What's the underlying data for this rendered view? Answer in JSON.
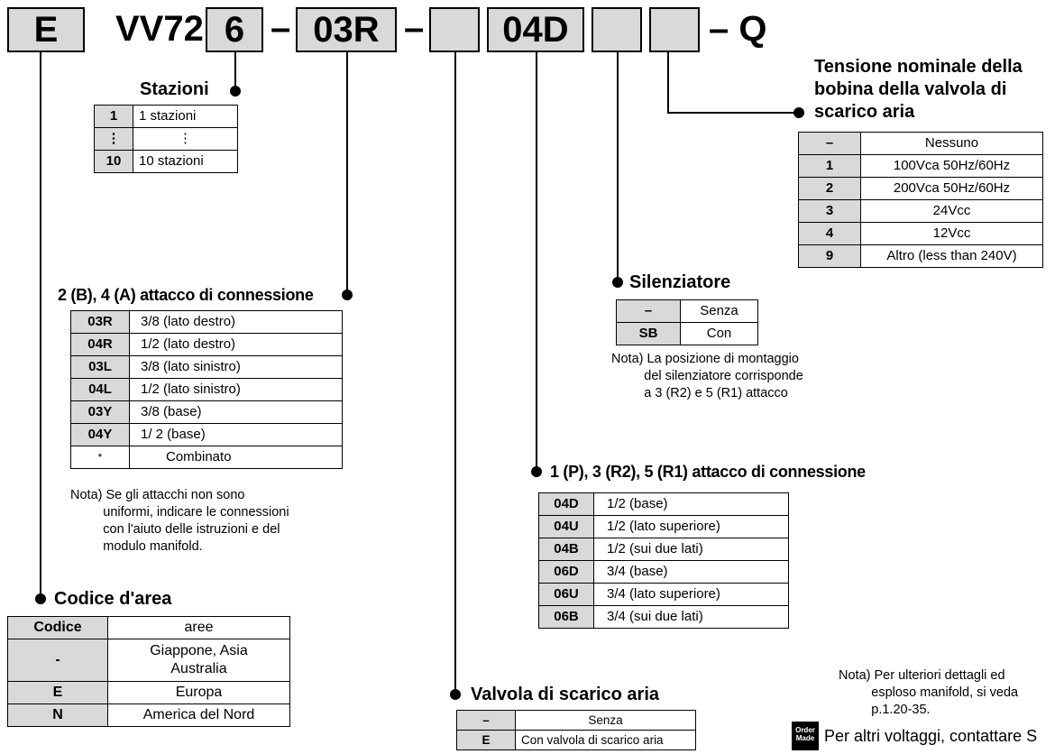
{
  "header": {
    "code_e": "E",
    "code_series": "VV72",
    "code_stations": "6",
    "dash1": "–",
    "code_port": "03R",
    "dash2": "–",
    "code_blank1": "",
    "code_sup": "04D",
    "code_blank2": "",
    "code_blank3": "",
    "suffix": "– Q"
  },
  "stazioni": {
    "title": "Stazioni",
    "rows": [
      {
        "code": "1",
        "desc": "1 stazioni"
      },
      {
        "code": "⋮",
        "desc": "⋮"
      },
      {
        "code": "10",
        "desc": "10 stazioni"
      }
    ]
  },
  "tensione": {
    "title_l1": "Tensione nominale della",
    "title_l2": "bobina della valvola di",
    "title_l3": "scarico aria",
    "rows": [
      {
        "code": "–",
        "desc": "Nessuno"
      },
      {
        "code": "1",
        "desc": "100Vca  50Hz/60Hz"
      },
      {
        "code": "2",
        "desc": "200Vca  50Hz/60Hz"
      },
      {
        "code": "3",
        "desc": "24Vcc"
      },
      {
        "code": "4",
        "desc": "12Vcc"
      },
      {
        "code": "9",
        "desc": "Altro (less than 240V)"
      }
    ]
  },
  "attacco24": {
    "title": "2 (B), 4 (A) attacco di connessione",
    "rows": [
      {
        "code": "03R",
        "desc": "3/8  (lato destro)"
      },
      {
        "code": "04R",
        "desc": "1/2  (lato destro)"
      },
      {
        "code": "03L",
        "desc": "3/8  (lato sinistro)"
      },
      {
        "code": "04L",
        "desc": "1/2  (lato sinistro)"
      },
      {
        "code": "03Y",
        "desc": "3/8  (base)"
      },
      {
        "code": "04Y",
        "desc": "1/ 2  (base)"
      },
      {
        "code": "*",
        "desc": "Combinato"
      }
    ],
    "note": "Nota) Se gli attacchi non sono\n         uniformi, indicare le connessioni\n         con l'aiuto delle istruzioni e del\n         modulo manifold."
  },
  "silenziatore": {
    "title": "Silenziatore",
    "rows": [
      {
        "code": "–",
        "desc": "Senza"
      },
      {
        "code": "SB",
        "desc": "Con"
      }
    ],
    "note": "Nota) La posizione di montaggio\n         del silenziatore corrisponde\n         a 3 (R2) e 5 (R1) attacco"
  },
  "attacco135": {
    "title": "1 (P), 3 (R2), 5 (R1) attacco di connessione",
    "rows": [
      {
        "code": "04D",
        "desc": "1/2 (base)"
      },
      {
        "code": "04U",
        "desc": "1/2 (lato superiore)"
      },
      {
        "code": "04B",
        "desc": "1/2 (sui due lati)"
      },
      {
        "code": "06D",
        "desc": "3/4 (base)"
      },
      {
        "code": "06U",
        "desc": "3/4 (lato superiore)"
      },
      {
        "code": "06B",
        "desc": "3/4 (sui due lati)"
      }
    ]
  },
  "area": {
    "title": "Codice d'area",
    "header_code": "Codice",
    "header_desc": "aree",
    "rows": [
      {
        "code": "-",
        "desc_l1": "Giappone, Asia",
        "desc_l2": "Australia"
      },
      {
        "code": "E",
        "desc_l1": "Europa",
        "desc_l2": ""
      },
      {
        "code": "N",
        "desc_l1": "America del Nord",
        "desc_l2": ""
      }
    ]
  },
  "scarico": {
    "title": "Valvola di scarico aria",
    "rows": [
      {
        "code": "–",
        "desc": "Senza"
      },
      {
        "code": "E",
        "desc": "Con valvola di scarico aria"
      }
    ]
  },
  "footer": {
    "note": "Nota) Per ulteriori dettagli ed\n         esploso manifold, si veda\n         p.1.20-35.",
    "icon_text_l1": "Order",
    "icon_text_l2": "Made",
    "contact": "Per altri voltaggi, contattare S"
  }
}
